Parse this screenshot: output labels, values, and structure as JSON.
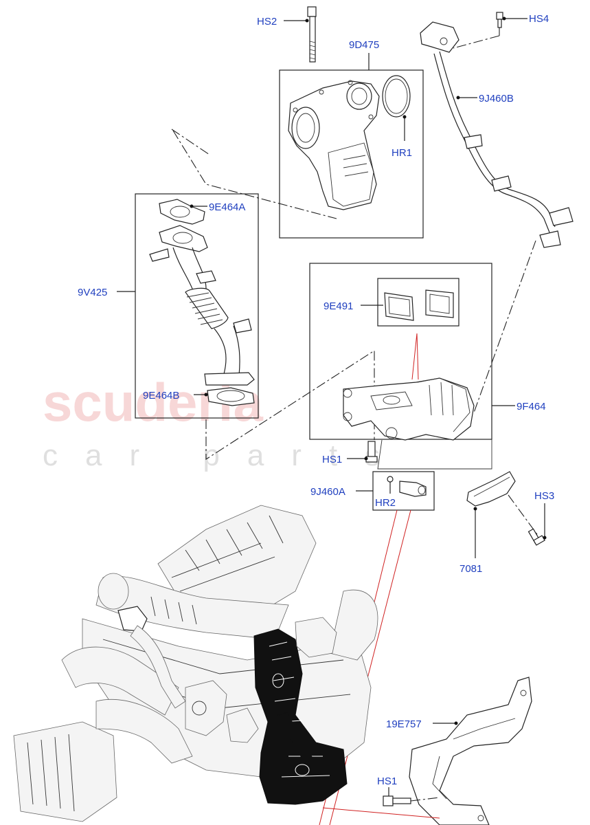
{
  "watermark": {
    "brand": "scuderia",
    "tagline": "car parts"
  },
  "labels": {
    "hs2": "HS2",
    "hs4": "HS4",
    "p9d475": "9D475",
    "p9j460b": "9J460B",
    "hr1": "HR1",
    "p9e464a": "9E464A",
    "p9v425": "9V425",
    "p9e491": "9E491",
    "p9e464b": "9E464B",
    "p9f464": "9F464",
    "hs1_top": "HS1",
    "p9j460a": "9J460A",
    "hr2": "HR2",
    "hs3": "HS3",
    "p7081": "7081",
    "p19e757": "19E757",
    "hs1_bottom": "HS1"
  },
  "colors": {
    "label": "#1f3fbf",
    "leader_red": "#d02020",
    "watermark_red": "#f2b8b8"
  }
}
